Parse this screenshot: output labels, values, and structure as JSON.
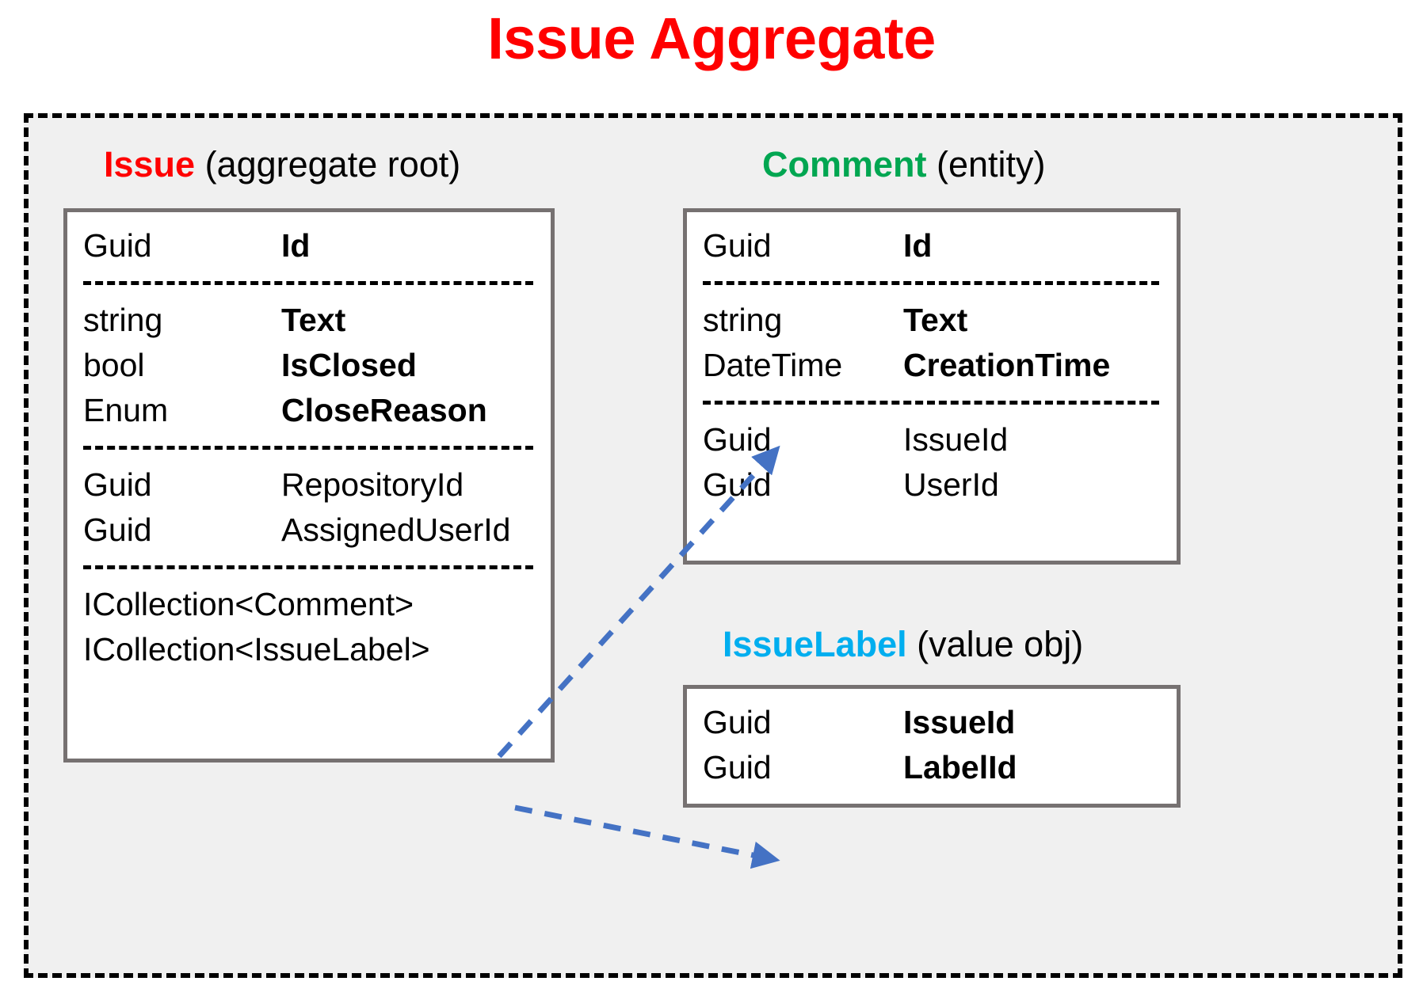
{
  "title": "Issue Aggregate",
  "colors": {
    "title": "#FF0000",
    "issue": "#FF0000",
    "comment": "#00A651",
    "issuelabel": "#00AEEF",
    "arrow": "#4472C4",
    "boundary": "#000000",
    "boundary_fill": "#F0F0F0",
    "box_border": "#767171"
  },
  "entities": {
    "issue": {
      "name": "Issue",
      "kind": " (aggregate root)",
      "groups": [
        {
          "rows": [
            {
              "type": "Guid",
              "name": "Id",
              "bold": true
            }
          ]
        },
        {
          "rows": [
            {
              "type": "string",
              "name": "Text",
              "bold": true
            },
            {
              "type": "bool",
              "name": "IsClosed",
              "bold": true
            },
            {
              "type": "Enum",
              "name": "CloseReason",
              "bold": true
            }
          ]
        },
        {
          "rows": [
            {
              "type": "Guid",
              "name": "RepositoryId",
              "bold": false
            },
            {
              "type": "Guid",
              "name": "AssignedUserId",
              "bold": false
            }
          ]
        },
        {
          "rows": [
            {
              "type": "ICollection<Comment>",
              "name": "",
              "bold": false,
              "full": true
            },
            {
              "type": "ICollection<IssueLabel>",
              "name": "",
              "bold": false,
              "full": true
            }
          ]
        }
      ]
    },
    "comment": {
      "name": "Comment",
      "kind": " (entity)",
      "groups": [
        {
          "rows": [
            {
              "type": "Guid",
              "name": "Id",
              "bold": true
            }
          ]
        },
        {
          "rows": [
            {
              "type": "string",
              "name": "Text",
              "bold": true
            },
            {
              "type": "DateTime",
              "name": "CreationTime",
              "bold": true
            }
          ]
        },
        {
          "rows": [
            {
              "type": "Guid",
              "name": "IssueId",
              "bold": false
            },
            {
              "type": "Guid",
              "name": "UserId",
              "bold": false
            }
          ]
        }
      ]
    },
    "issuelabel": {
      "name": "IssueLabel",
      "kind": " (value obj)",
      "groups": [
        {
          "rows": [
            {
              "type": "Guid",
              "name": "IssueId",
              "bold": true
            },
            {
              "type": "Guid",
              "name": "LabelId",
              "bold": true
            }
          ]
        }
      ]
    }
  },
  "connectors": [
    {
      "from": "issue-collection-comment",
      "to": "comment-box"
    },
    {
      "from": "issue-collection-issuelabel",
      "to": "issuelabel-box"
    }
  ]
}
